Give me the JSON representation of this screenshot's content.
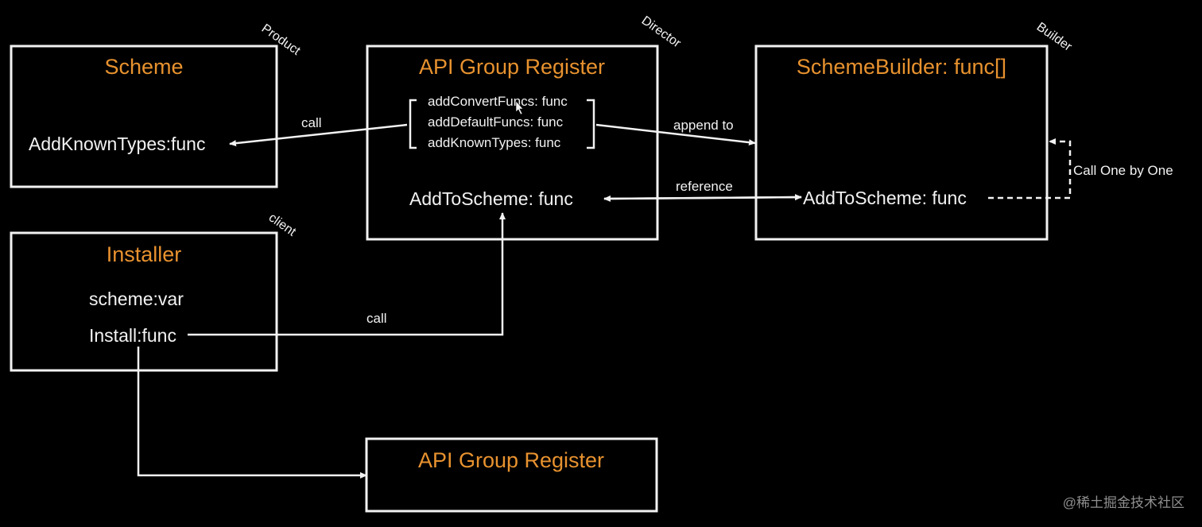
{
  "product": {
    "role": "Product",
    "title": "Scheme",
    "field": "AddKnownTypes:func"
  },
  "director": {
    "role": "Director",
    "title": "API Group Register",
    "funcs": [
      "addConvertFuncs: func",
      "addDefaultFuncs: func",
      "addKnownTypes: func"
    ],
    "field": "AddToScheme: func"
  },
  "builder": {
    "role": "Builder",
    "title": "SchemeBuilder: func[]",
    "field": "AddToScheme: func"
  },
  "client": {
    "role": "client",
    "title": "Installer",
    "fields": [
      "scheme:var",
      "Install:func"
    ]
  },
  "bottom": {
    "title": "API Group Register"
  },
  "edges": {
    "call_top": "call",
    "append_to": "append to",
    "reference": "reference",
    "call_one_by_one": "Call One by One",
    "call_bottom": "call"
  },
  "watermark": "@稀土掘金技术社区"
}
